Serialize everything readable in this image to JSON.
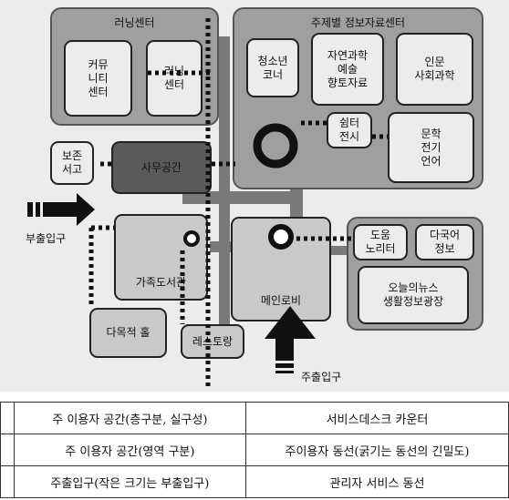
{
  "diagram": {
    "sections": {
      "learning_center": "러닝센터",
      "theme_center": "주제별 정보자료센터"
    },
    "rooms": {
      "community_center": "커뮤\n니티\n센터",
      "learning_center_room": "러닝\n센터",
      "youth_corner": "청소년\n코너",
      "natural_science": "자연과학\n예술\n향토자료",
      "humanities": "인문\n사회과학",
      "rest_exhibit": "쉼터\n전시",
      "literature": "문학\n전기\n언어",
      "preservation_stack": "보존\n서고",
      "office_space": "사무공간",
      "family_library": "가족도서관",
      "main_lobby": "메인로비",
      "assistive_reader": "도움\n노리터",
      "multilingual_info": "다국어\n정보",
      "today_news": "오늘의뉴스\n생활정보광장",
      "multipurpose_hall": "다목적 홀",
      "restaurant": "레스토랑"
    },
    "entrances": {
      "sub_entrance": "부출입구",
      "main_entrance": "주출입구"
    }
  },
  "legend": {
    "rows": [
      [
        "주 이용자 공간(층구분, 실구성)",
        "서비스데스크 카운터"
      ],
      [
        "주 이용자 공간(영역 구분)",
        "주이용자 동선(굵기는 동선의 긴밀도)"
      ],
      [
        "주출입구(작은 크기는 부출입구)",
        "관리자 서비스 동선"
      ]
    ]
  }
}
